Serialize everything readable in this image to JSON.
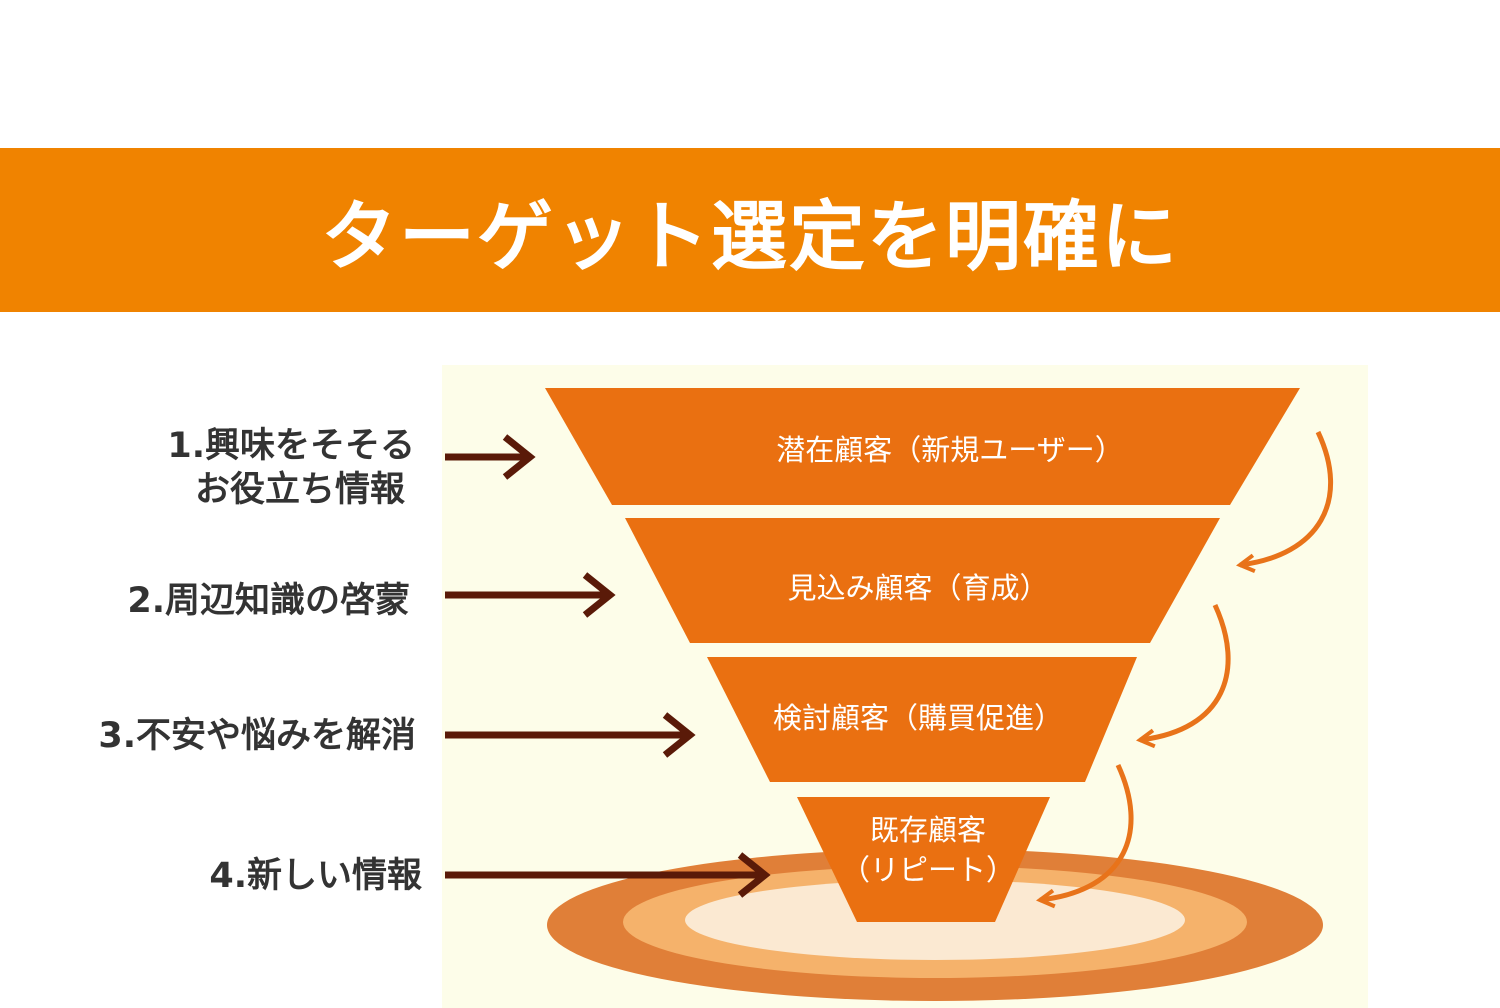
{
  "header": {
    "title": "ターゲット選定を明確に"
  },
  "left_labels": [
    {
      "lines": [
        "1.興味をそそる",
        "お役立ち情報"
      ]
    },
    {
      "lines": [
        "2.周辺知識の啓蒙"
      ]
    },
    {
      "lines": [
        "3.不安や悩みを解消"
      ]
    },
    {
      "lines": [
        "4.新しい情報"
      ]
    }
  ],
  "funnel_stages": [
    {
      "lines": [
        "潜在顧客（新規ユーザー）"
      ]
    },
    {
      "lines": [
        "見込み顧客（育成）"
      ]
    },
    {
      "lines": [
        "検討顧客（購買促進）"
      ]
    },
    {
      "lines": [
        "既存顧客",
        "（リピート）"
      ]
    }
  ],
  "colors": {
    "header": "#f08300",
    "funnel": "#ea7011",
    "arrow": "#5a1a08",
    "curve": "#e8731a",
    "panel": "#fdfde9"
  }
}
